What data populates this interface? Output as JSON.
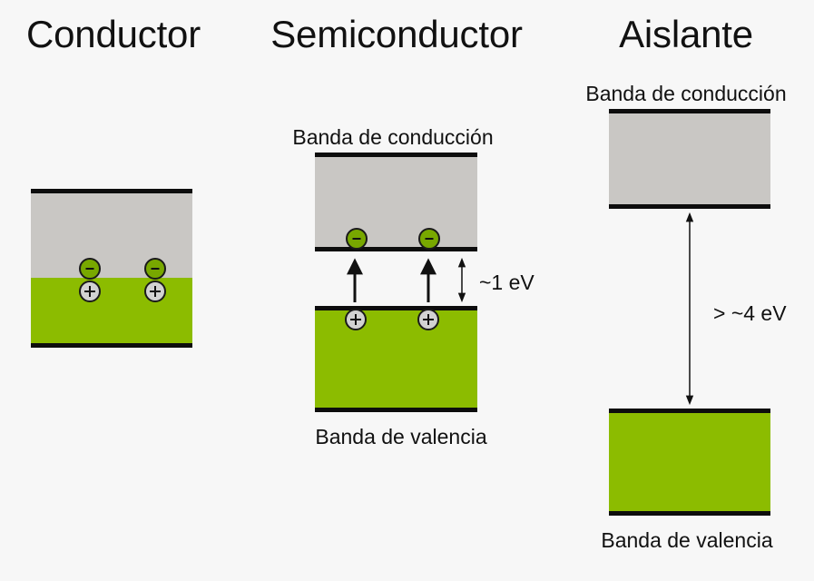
{
  "columns": {
    "conductor": {
      "title": "Conductor"
    },
    "semiconductor": {
      "title": "Semiconductor",
      "conduction_label": "Banda de conducción",
      "valence_label": "Banda de valencia",
      "gap_label": "~1 eV"
    },
    "insulator": {
      "title": "Aislante",
      "conduction_label": "Banda de conducción",
      "valence_label": "Banda de valencia",
      "gap_label": "> ~4 eV"
    }
  },
  "colors": {
    "background": "#f7f7f7",
    "conduction_band": "#c9c7c4",
    "valence_band": "#8cbc00",
    "electron": "#78a800",
    "hole": "#d2d2d2"
  },
  "symbols": {
    "electron": "-",
    "hole": "+"
  }
}
